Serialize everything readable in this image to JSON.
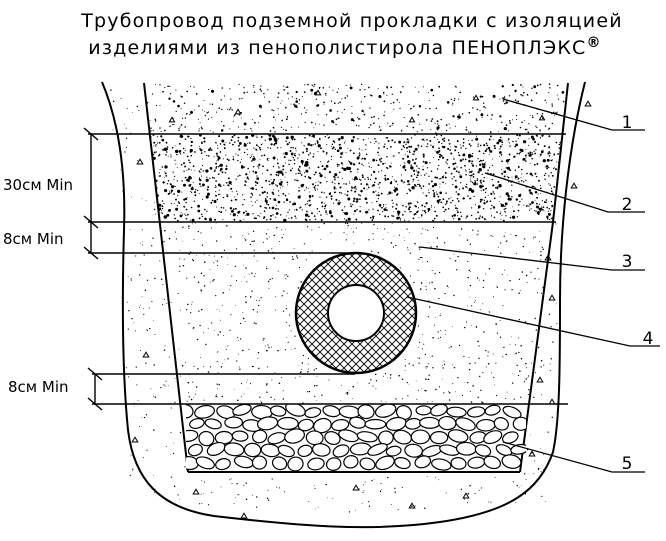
{
  "title": {
    "line1": "Трубопровод подземной прокладки с изоляцией",
    "line2": "изделиями из пенополистирола ПЕНОПЛЭКС",
    "trademark": "®"
  },
  "dimensions": [
    {
      "id": "soil-cover",
      "label": "30см Min"
    },
    {
      "id": "above-pipe",
      "label": "8см Min"
    },
    {
      "id": "below-pipe",
      "label": "8см Min"
    }
  ],
  "layers": [
    {
      "number": "1"
    },
    {
      "number": "2"
    },
    {
      "number": "3"
    },
    {
      "number": "4"
    },
    {
      "number": "5"
    }
  ],
  "colors": {
    "line": "#000000",
    "background": "#ffffff"
  }
}
